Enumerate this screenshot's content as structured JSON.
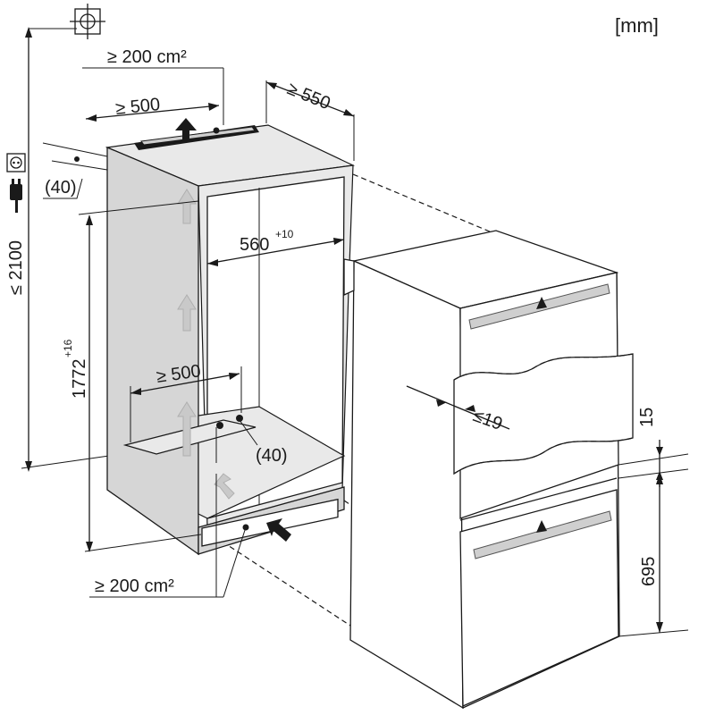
{
  "units_label": "[mm]",
  "dimensions": {
    "vent_top_area": "≥ 200 cm²",
    "vent_top_width": "≥ 500",
    "cabinet_depth": "≥ 550",
    "top_gap": "(40)",
    "niche_width": "560",
    "niche_width_tol": "+10",
    "max_height": "≤ 2100",
    "niche_height": "1772",
    "niche_height_tol": "+16",
    "bottom_vent_width": "≥ 500",
    "bottom_gap": "(40)",
    "door_overlap": "≤19",
    "door_gap": "15",
    "lower_door_height": "695",
    "vent_bottom_area": "≥ 200 cm²"
  },
  "icons": [
    "ceiling-connection-icon",
    "power-socket-icon",
    "power-plug-icon"
  ]
}
